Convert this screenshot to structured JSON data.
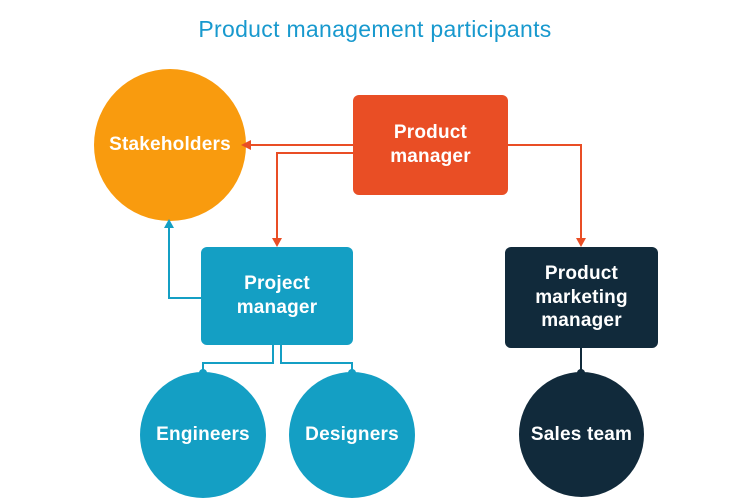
{
  "title": "Product management participants",
  "colors": {
    "title": "#1899CE",
    "orange": "#F99B0E",
    "red": "#E94E25",
    "teal": "#149FC4",
    "navy": "#112A3B",
    "node_text": "#FFFFFF",
    "background": "#FFFFFF"
  },
  "nodes": [
    {
      "id": "stakeholders",
      "label": "Stakeholders",
      "shape": "circle",
      "color": "#F99B0E"
    },
    {
      "id": "product-manager",
      "label": "Product manager",
      "shape": "rect",
      "color": "#E94E25"
    },
    {
      "id": "project-manager",
      "label": "Project manager",
      "shape": "rect",
      "color": "#149FC4"
    },
    {
      "id": "product-marketing-manager",
      "label": "Product marketing manager",
      "shape": "rect",
      "color": "#112A3B"
    },
    {
      "id": "engineers",
      "label": "Engineers",
      "shape": "circle",
      "color": "#149FC4"
    },
    {
      "id": "designers",
      "label": "Designers",
      "shape": "circle",
      "color": "#149FC4"
    },
    {
      "id": "sales-team",
      "label": "Sales team",
      "shape": "circle",
      "color": "#112A3B"
    }
  ],
  "edges": [
    {
      "from": "product-manager",
      "to": "stakeholders",
      "color": "#E94E25",
      "end_marker": "arrow"
    },
    {
      "from": "product-manager",
      "to": "project-manager",
      "color": "#E94E25",
      "end_marker": "arrow"
    },
    {
      "from": "product-manager",
      "to": "product-marketing-manager",
      "color": "#E94E25",
      "end_marker": "arrow"
    },
    {
      "from": "project-manager",
      "to": "stakeholders",
      "color": "#149FC4",
      "end_marker": "arrow"
    },
    {
      "from": "project-manager",
      "to": "engineers",
      "color": "#149FC4",
      "end_marker": "dot"
    },
    {
      "from": "project-manager",
      "to": "designers",
      "color": "#149FC4",
      "end_marker": "dot"
    },
    {
      "from": "product-marketing-manager",
      "to": "sales-team",
      "color": "#112A3B",
      "end_marker": "dot"
    }
  ]
}
